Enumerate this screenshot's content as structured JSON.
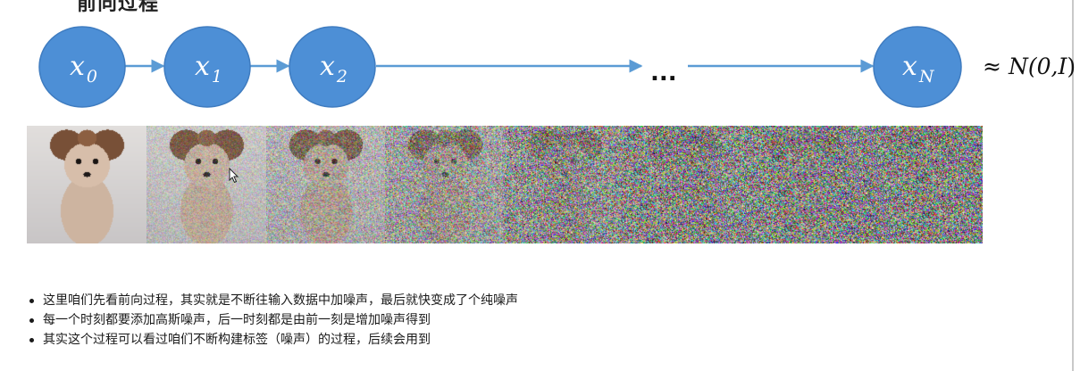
{
  "title": "前向过程",
  "nodes": [
    {
      "name": "x0",
      "base": "x",
      "sub": "0"
    },
    {
      "name": "x1",
      "base": "x",
      "sub": "1"
    },
    {
      "name": "x2",
      "base": "x",
      "sub": "2"
    },
    {
      "name": "xN",
      "base": "x",
      "sub": "N"
    }
  ],
  "ellipsis": "...",
  "distribution": {
    "approx": "≈",
    "pre": "N(0,",
    "var": "I",
    "post": ")"
  },
  "noise_frames": [
    {
      "step": 0,
      "noise_level": 0.0
    },
    {
      "step": 1,
      "noise_level": 0.25
    },
    {
      "step": 2,
      "noise_level": 0.45
    },
    {
      "step": 3,
      "noise_level": 0.65
    },
    {
      "step": 4,
      "noise_level": 0.82
    },
    {
      "step": 5,
      "noise_level": 0.93
    },
    {
      "step": 6,
      "noise_level": 0.97
    },
    {
      "step": 7,
      "noise_level": 1.0
    }
  ],
  "bullets": [
    "这里咱们先看前向过程，其实就是不断往输入数据中加噪声，最后就快变成了个纯噪声",
    "每一个时刻都要添加高斯噪声，后一时刻都是由前一刻是增加噪声得到",
    "其实这个过程可以看过咱们不断构建标签（噪声）的过程，后续会用到"
  ],
  "colors": {
    "node": "#4d8fd6",
    "node_stroke": "#3f7cc0",
    "arrow": "#5b9bd5"
  }
}
